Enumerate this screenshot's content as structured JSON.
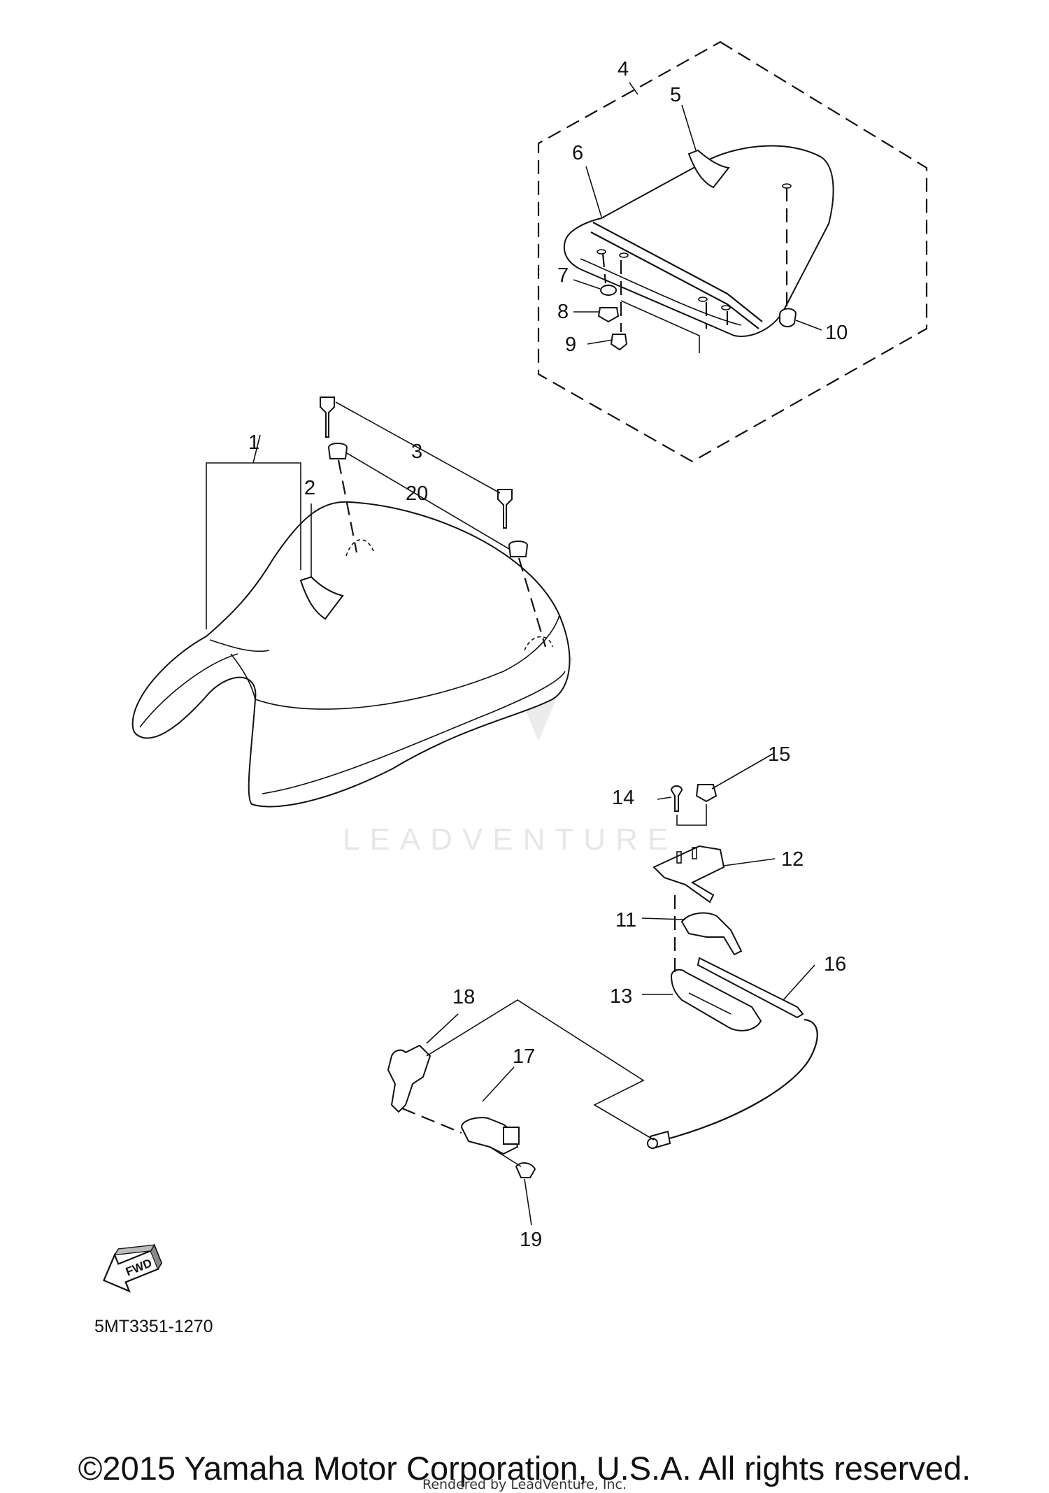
{
  "diagram": {
    "callouts": [
      "1",
      "2",
      "3",
      "4",
      "5",
      "6",
      "7",
      "8",
      "9",
      "10",
      "11",
      "12",
      "13",
      "14",
      "15",
      "16",
      "17",
      "18",
      "19",
      "20"
    ],
    "fwd_label": "FWD",
    "part_code": "5MT3351-1270",
    "watermark": "LEADVENTURE"
  },
  "footer": {
    "copyright": "©2015 Yamaha Motor Corporation, U.S.A. All rights reserved.",
    "rendered_by": "Rendered by LeadVenture, Inc."
  }
}
